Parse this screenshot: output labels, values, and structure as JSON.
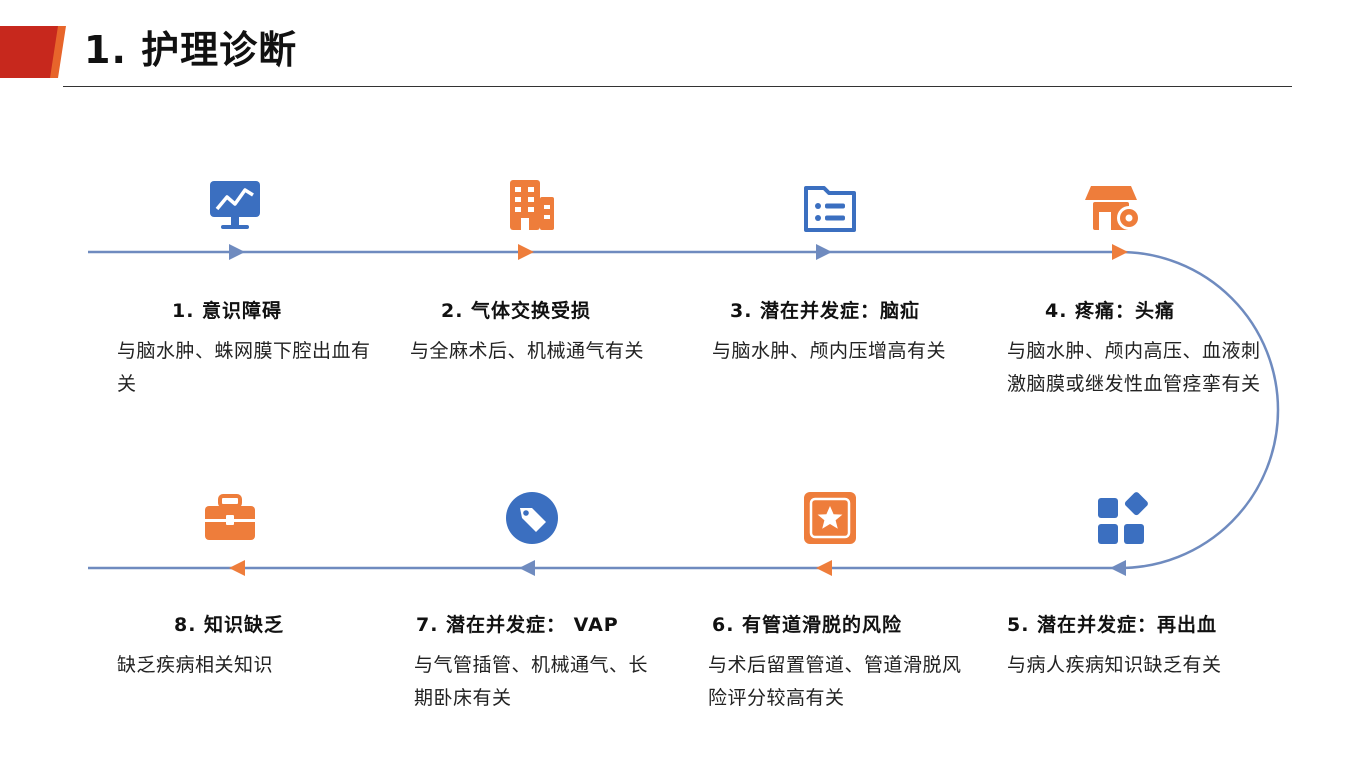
{
  "page": {
    "title": "1. 护理诊断"
  },
  "colors": {
    "line": "#6f8bbf",
    "blue_icon": "#3b6fc0",
    "orange_icon": "#ee7d3b",
    "corner_red": "#c7281d",
    "corner_orange": "#e7652b"
  },
  "steps": [
    {
      "title": "1. 意识障碍",
      "desc": "与脑水肿、蛛网膜下腔出血有关",
      "icon": "monitor-chart-icon",
      "arrow_color": "#6f8bbf"
    },
    {
      "title": "2. 气体交换受损",
      "desc": "与全麻术后、机械通气有关",
      "icon": "building-icon",
      "arrow_color": "#ee7d3b"
    },
    {
      "title": "3. 潜在并发症：脑疝",
      "desc": "与脑水肿、颅内压增高有关",
      "icon": "list-folder-icon",
      "arrow_color": "#6f8bbf"
    },
    {
      "title": "4. 疼痛：头痛",
      "desc": "与脑水肿、颅内高压、血液刺激脑膜或继发性血管痉挛有关",
      "icon": "store-gear-icon",
      "arrow_color": "#ee7d3b"
    },
    {
      "title": "5. 潜在并发症：再出血",
      "desc": "与病人疾病知识缺乏有关",
      "icon": "widgets-icon",
      "arrow_color": "#6f8bbf"
    },
    {
      "title": "6. 有管道滑脱的风险",
      "desc": "与术后留置管道、管道滑脱风险评分较高有关",
      "icon": "star-badge-icon",
      "arrow_color": "#ee7d3b"
    },
    {
      "title": "7. 潜在并发症： VAP",
      "desc": "与气管插管、机械通气、长期卧床有关",
      "icon": "tag-circle-icon",
      "arrow_color": "#6f8bbf"
    },
    {
      "title": "8. 知识缺乏",
      "desc": "缺乏疾病相关知识",
      "icon": "toolbox-icon",
      "arrow_color": "#ee7d3b"
    }
  ]
}
